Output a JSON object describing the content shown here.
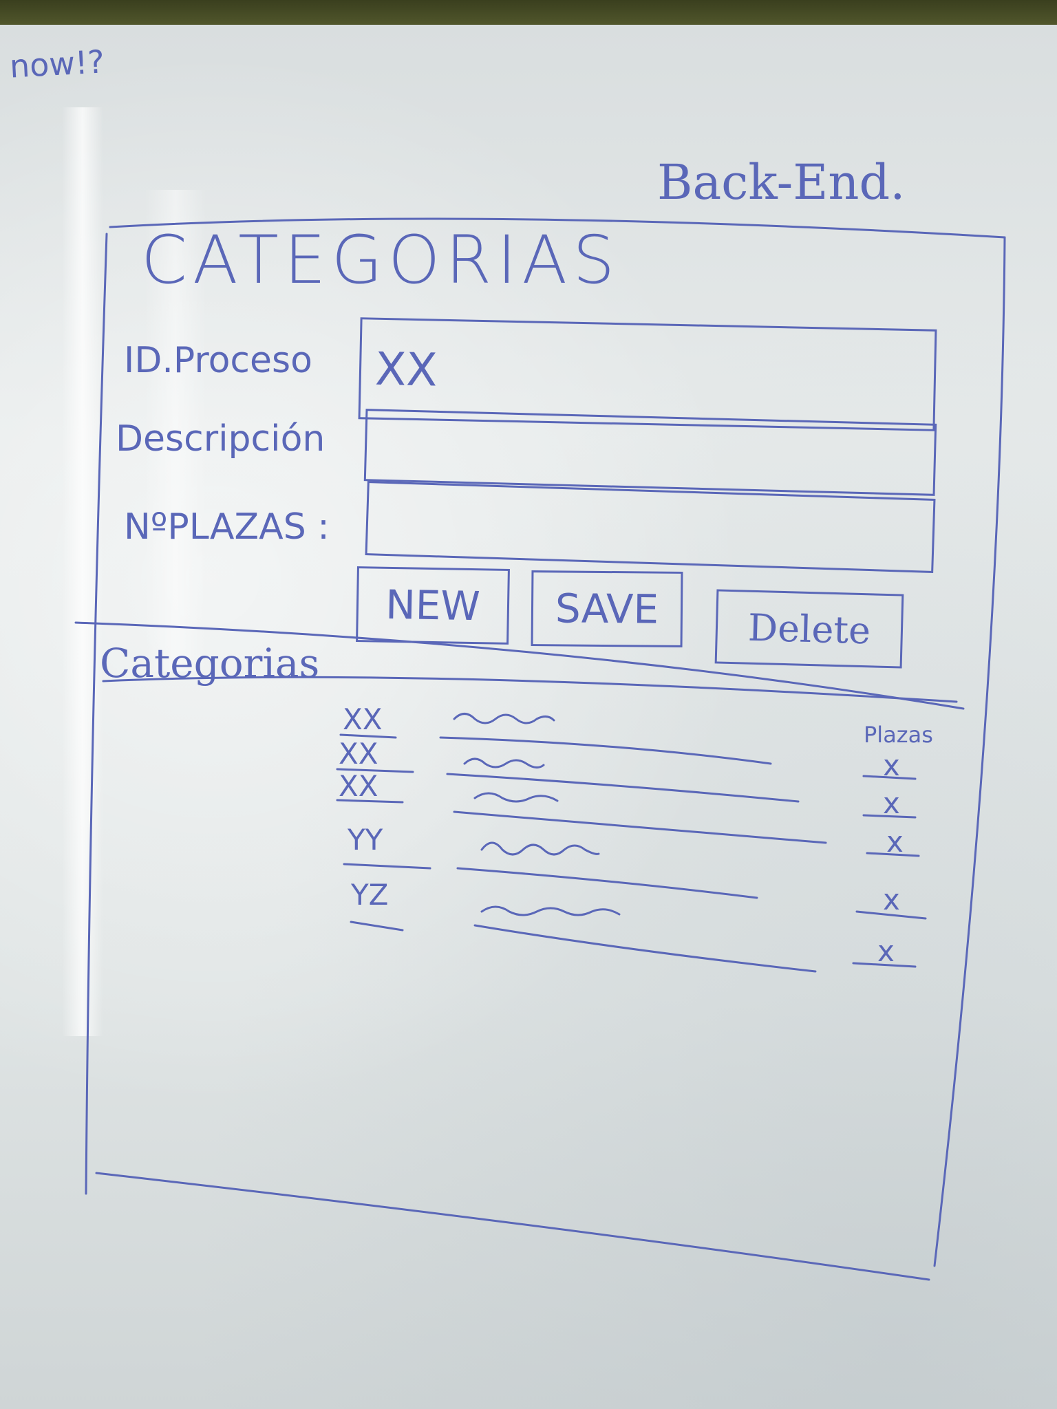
{
  "corner_note": "now!?",
  "sheet_title": "Back-End.",
  "form": {
    "title": "CATEGORIAS",
    "fields": {
      "id_proceso": {
        "label": "ID.Proceso",
        "value": "XX"
      },
      "descripcion": {
        "label": "Descripción",
        "value": ""
      },
      "plazas": {
        "label": "NºPLAZAS :",
        "value": ""
      }
    },
    "buttons": {
      "new": "NEW",
      "save": "SAVE",
      "delete": "Delete"
    }
  },
  "list": {
    "section_label": "Categorias",
    "column_plazas": "Plazas",
    "rows": [
      {
        "code": "XX",
        "qty": "x"
      },
      {
        "code": "XX",
        "qty": "x"
      },
      {
        "code": "XX",
        "qty": "x"
      },
      {
        "code": "YY",
        "qty": "x"
      },
      {
        "code": "YZ",
        "qty": "x"
      }
    ]
  },
  "colors": {
    "ink": "#5a67b8",
    "board": "#e3e7e8"
  }
}
